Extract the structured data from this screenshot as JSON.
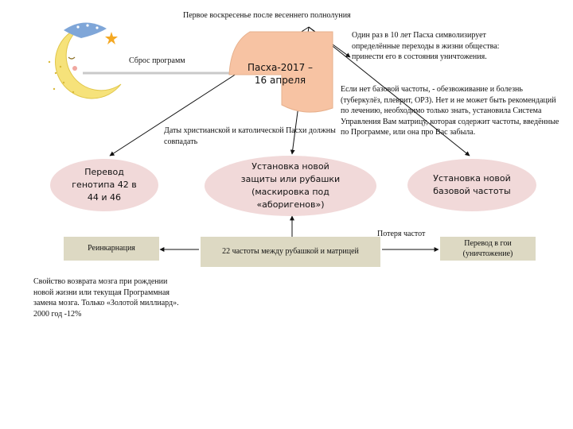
{
  "top_label": "Первое воскресенье после весеннего полнолуния",
  "reset_label": "Сброс программ",
  "center_title": "Пасха-2017 –\n16 апреля",
  "note_top_right": "Один раз в 10 лет Пасха символизирует определённые переходы в жизни общества: принести его в состояния уничтожения.",
  "note_right": "Если нет базовой частоты, - обезвоживание и болезнь (туберкулёз, плеврит, ОРЗ). Нет и не может быть рекомендаций по лечению, необходимо только знать, установила Система Управления Вам матрицу, которая содержит частоты, введённые по Программе, или она про Вас забыла.",
  "note_dates": "Даты христианской и католической Пасхи должны совпадать",
  "ellipse_left": "Перевод\nгенотипа 42 в\n44 и 46",
  "ellipse_center": "Установка новой\nзащиты или рубашки\n(маскировка под\n«аборигенов»)",
  "ellipse_right": "Установка новой\nбазовой частоты",
  "box_left": "Реинкарнация",
  "box_center": "22 частоты между рубашкой и матрицей",
  "box_right": "Перевод в гои\n(уничтожение)",
  "label_freq_loss": "Потеря частот",
  "note_bottom": "Свойство возврата мозга при рождении новой жизни или текущая Программная замена мозга. Только «Золотой миллиард». 2000 год -12%",
  "colors": {
    "ellipse": "#f1d9d9",
    "box": "#ddd9c3",
    "shape": "#f7c3a3",
    "moon": "#f6e27a",
    "cap": "#7fa6d8"
  }
}
